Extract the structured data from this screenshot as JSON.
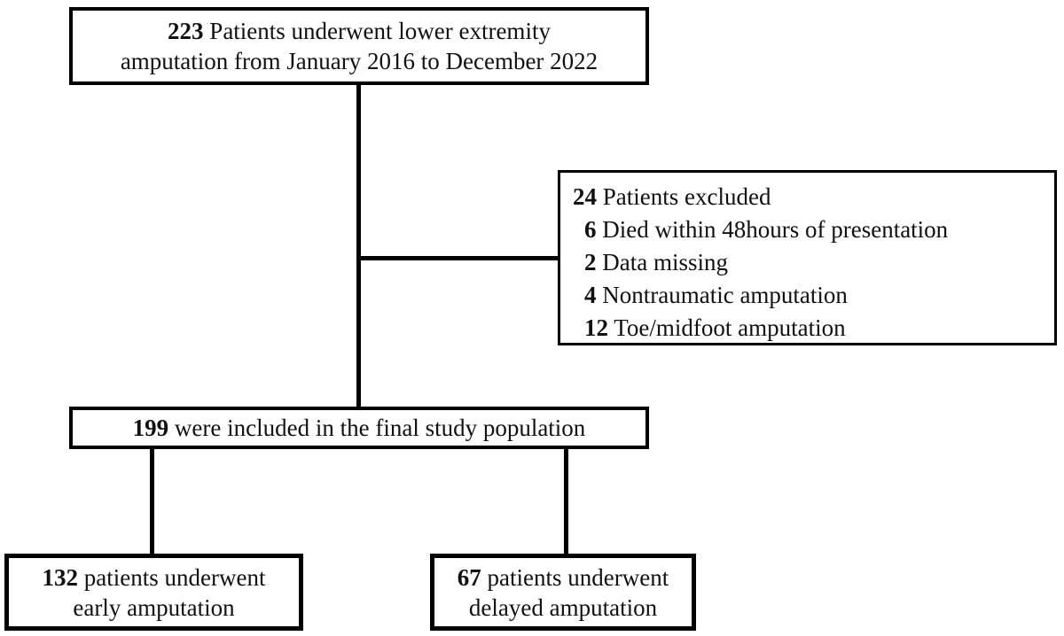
{
  "diagram": {
    "type": "flowchart",
    "colors": {
      "box_border": "#000000",
      "box_fill": "#ffffff",
      "text": "#111111",
      "connector": "#000000"
    },
    "boxes": {
      "total": {
        "number": "223",
        "line1_rest": "Patients underwent lower extremity",
        "line2": "amputation from January 2016 to December 2022"
      },
      "excluded": {
        "header_number": "24",
        "header_text": "Patients excluded",
        "items": [
          {
            "number": "6",
            "text": "Died within 48hours of presentation"
          },
          {
            "number": "2",
            "text": "Data missing"
          },
          {
            "number": "4",
            "text": "Nontraumatic amputation"
          },
          {
            "number": "12",
            "text": "Toe/midfoot amputation"
          }
        ]
      },
      "included": {
        "number": "199",
        "rest": "were included in the final study population"
      },
      "early": {
        "number": "132",
        "line1_rest": "patients underwent",
        "line2": "early amputation"
      },
      "delayed": {
        "number": "67",
        "line1_rest": "patients underwent",
        "line2": "delayed amputation"
      }
    }
  }
}
